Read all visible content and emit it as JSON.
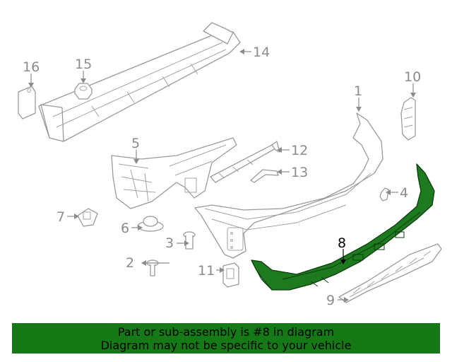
{
  "diagram": {
    "highlighted_part": "8",
    "callouts": [
      "1",
      "2",
      "3",
      "4",
      "5",
      "6",
      "7",
      "8",
      "9",
      "10",
      "11",
      "12",
      "13",
      "14",
      "15",
      "16"
    ],
    "colors": {
      "highlight": "#1e7a1e",
      "banner": "#157a15",
      "line": "#9a9a9a"
    }
  },
  "banner": {
    "line1": "Part or sub-assembly is #8 in diagram",
    "line2": "Diagram may not be specific to your vehicle"
  }
}
